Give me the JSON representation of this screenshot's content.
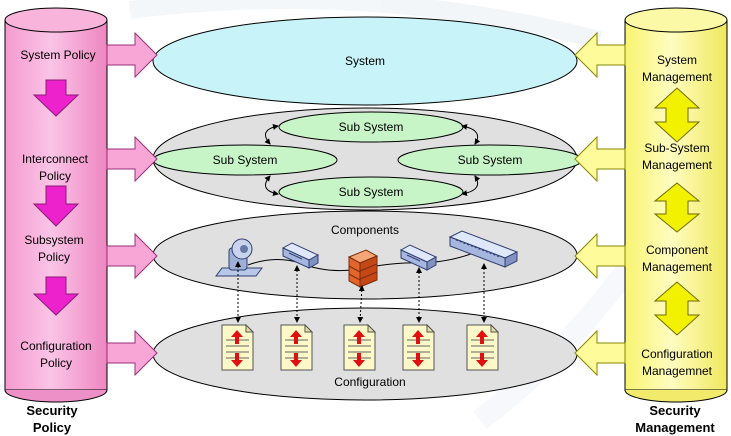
{
  "security_policy": {
    "caption_line1": "Security",
    "caption_line2": "Policy",
    "items": [
      {
        "line1": "System Policy",
        "line2": ""
      },
      {
        "line1": "Interconnect",
        "line2": "Policy"
      },
      {
        "line1": "Subsystem",
        "line2": "Policy"
      },
      {
        "line1": "Configuration",
        "line2": "Policy"
      }
    ],
    "color": "#f7a6d6"
  },
  "security_management": {
    "caption_line1": "Security",
    "caption_line2": "Management",
    "items": [
      {
        "line1": "System",
        "line2": "Management"
      },
      {
        "line1": "Sub-System",
        "line2": "Management"
      },
      {
        "line1": "Component",
        "line2": "Management"
      },
      {
        "line1": "Configuration",
        "line2": "Managemnet"
      }
    ],
    "color": "#fdfb9a"
  },
  "layers": {
    "system": {
      "label": "System",
      "color": "#c8f3f8"
    },
    "subsystem": {
      "nodes": [
        "Sub System",
        "Sub System",
        "Sub System",
        "Sub System"
      ],
      "node_color": "#c8f5c8",
      "layer_color": "#e0e0e0"
    },
    "components": {
      "label": "Components",
      "layer_color": "#e0e0e0"
    },
    "configuration": {
      "label": "Configuration",
      "layer_color": "#e0e0e0"
    }
  },
  "icons": {
    "components": [
      "terminal-icon",
      "switch-icon",
      "firewall-icon",
      "switch-icon",
      "hub-icon"
    ],
    "configuration": [
      "config-file-icon",
      "config-file-icon",
      "config-file-icon",
      "config-file-icon",
      "config-file-icon"
    ]
  }
}
